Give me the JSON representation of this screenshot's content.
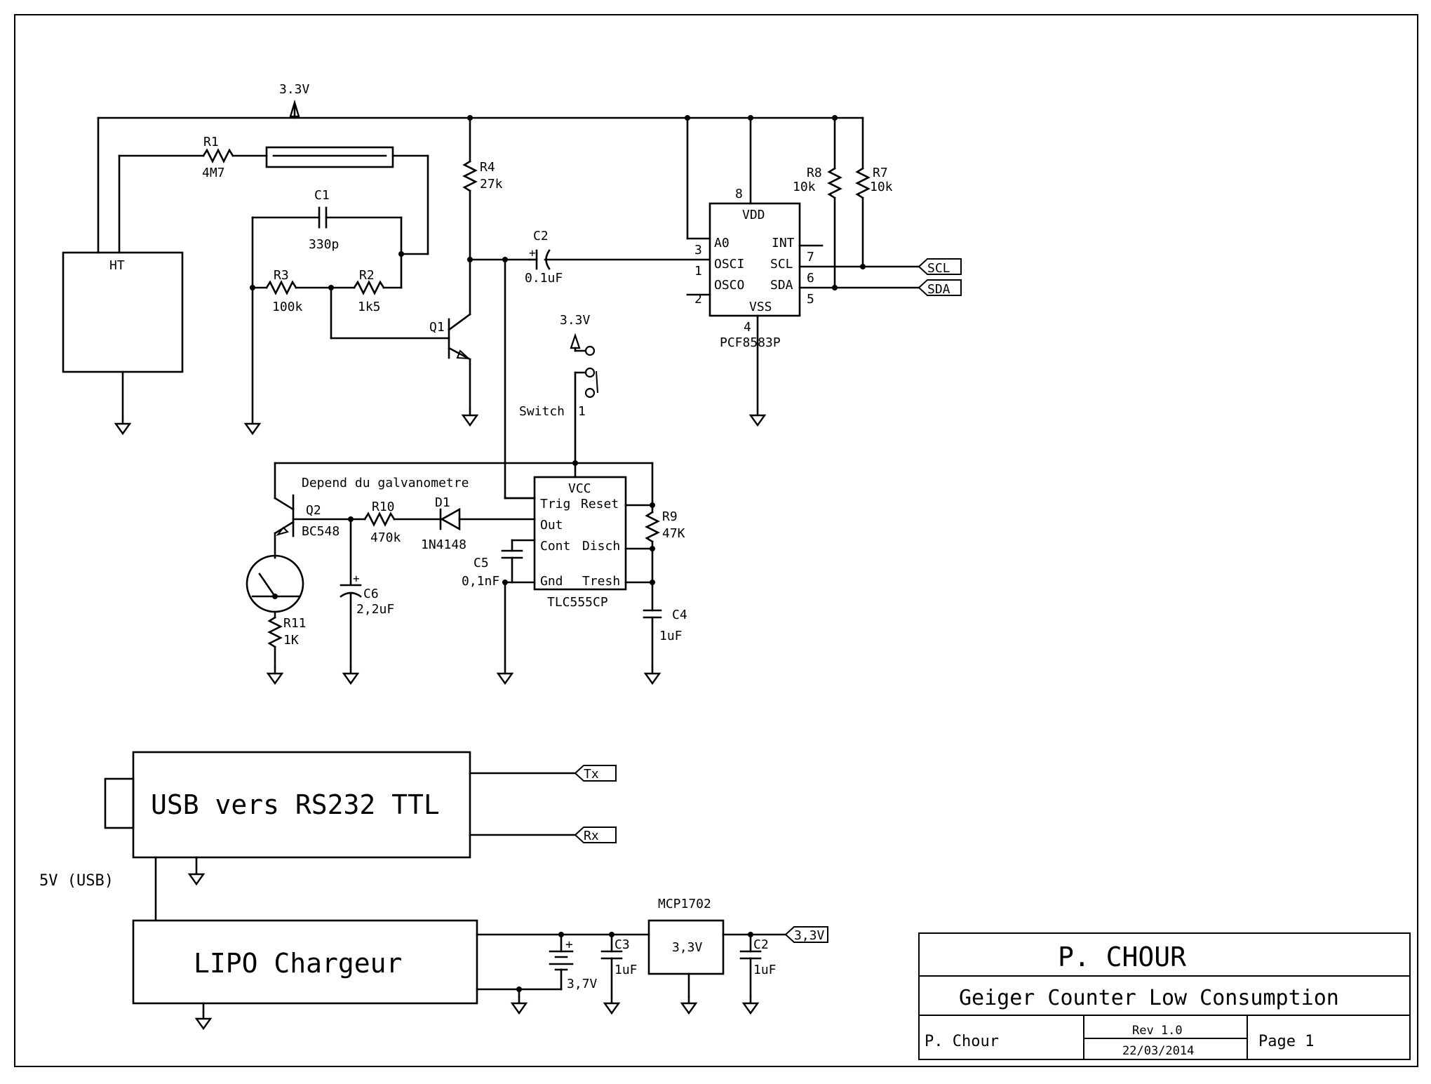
{
  "nets": {
    "vcc_top": "3.3V",
    "vcc_switch": "3.3V",
    "regulator_out": "3,3V",
    "usb_5v": "5V (USB)"
  },
  "ports": {
    "scl": "SCL",
    "sda": "SDA",
    "tx": "Tx",
    "rx": "Rx"
  },
  "components": {
    "r1": {
      "ref": "R1",
      "value": "4M7"
    },
    "r2": {
      "ref": "R2",
      "value": "1k5"
    },
    "r3": {
      "ref": "R3",
      "value": "100k"
    },
    "r4": {
      "ref": "R4",
      "value": "27k"
    },
    "r7": {
      "ref": "R7",
      "value": "10k"
    },
    "r8": {
      "ref": "R8",
      "value": "10k"
    },
    "r9": {
      "ref": "R9",
      "value": "47K"
    },
    "r10": {
      "ref": "R10",
      "value": "470k"
    },
    "r11": {
      "ref": "R11",
      "value": "1K"
    },
    "c1": {
      "ref": "C1",
      "value": "330p"
    },
    "c2_top": {
      "ref": "C2",
      "value": "0.1uF"
    },
    "c2_reg": {
      "ref": "C2",
      "value": "1uF"
    },
    "c3": {
      "ref": "C3",
      "value": "1uF"
    },
    "c4": {
      "ref": "C4",
      "value": "1uF"
    },
    "c5": {
      "ref": "C5",
      "value": "0,1nF"
    },
    "c6": {
      "ref": "C6",
      "value": "2,2uF"
    },
    "q1": {
      "ref": "Q1"
    },
    "q2": {
      "ref": "Q2",
      "value": "BC548"
    },
    "d1": {
      "ref": "D1",
      "value": "1N4148"
    },
    "ht": {
      "label": "HT"
    },
    "switch": {
      "label": "Switch",
      "pin": "1"
    },
    "battery": {
      "value": "3,7V",
      "plus": "+"
    },
    "regulator": {
      "ref": "MCP1702",
      "value": "3,3V"
    }
  },
  "ic_pcf": {
    "part": "PCF8583P",
    "pins": {
      "vdd": "VDD",
      "vss": "VSS",
      "a0": "A0",
      "osci": "OSCI",
      "osco": "OSCO",
      "int": "INT",
      "scl": "SCL",
      "sda": "SDA",
      "n8": "8",
      "n4": "4",
      "n3": "3",
      "n1": "1",
      "n2": "2",
      "n7": "7",
      "n6": "6",
      "n5": "5"
    }
  },
  "ic_555": {
    "part": "TLC555CP",
    "pins": {
      "vcc": "VCC",
      "trig": "Trig",
      "reset": "Reset",
      "out": "Out",
      "cont": "Cont",
      "disch": "Disch",
      "gnd": "Gnd",
      "tresh": "Tresh"
    }
  },
  "notes": {
    "galvanometer": "Depend du galvanometre"
  },
  "modules": {
    "usb": "USB vers RS232 TTL",
    "lipo": "LIPO Chargeur"
  },
  "title_block": {
    "company": "P. CHOUR",
    "title": "Geiger Counter Low Consumption",
    "author": "P. Chour",
    "revision": "Rev 1.0",
    "date": "22/03/2014",
    "page": "Page 1"
  }
}
